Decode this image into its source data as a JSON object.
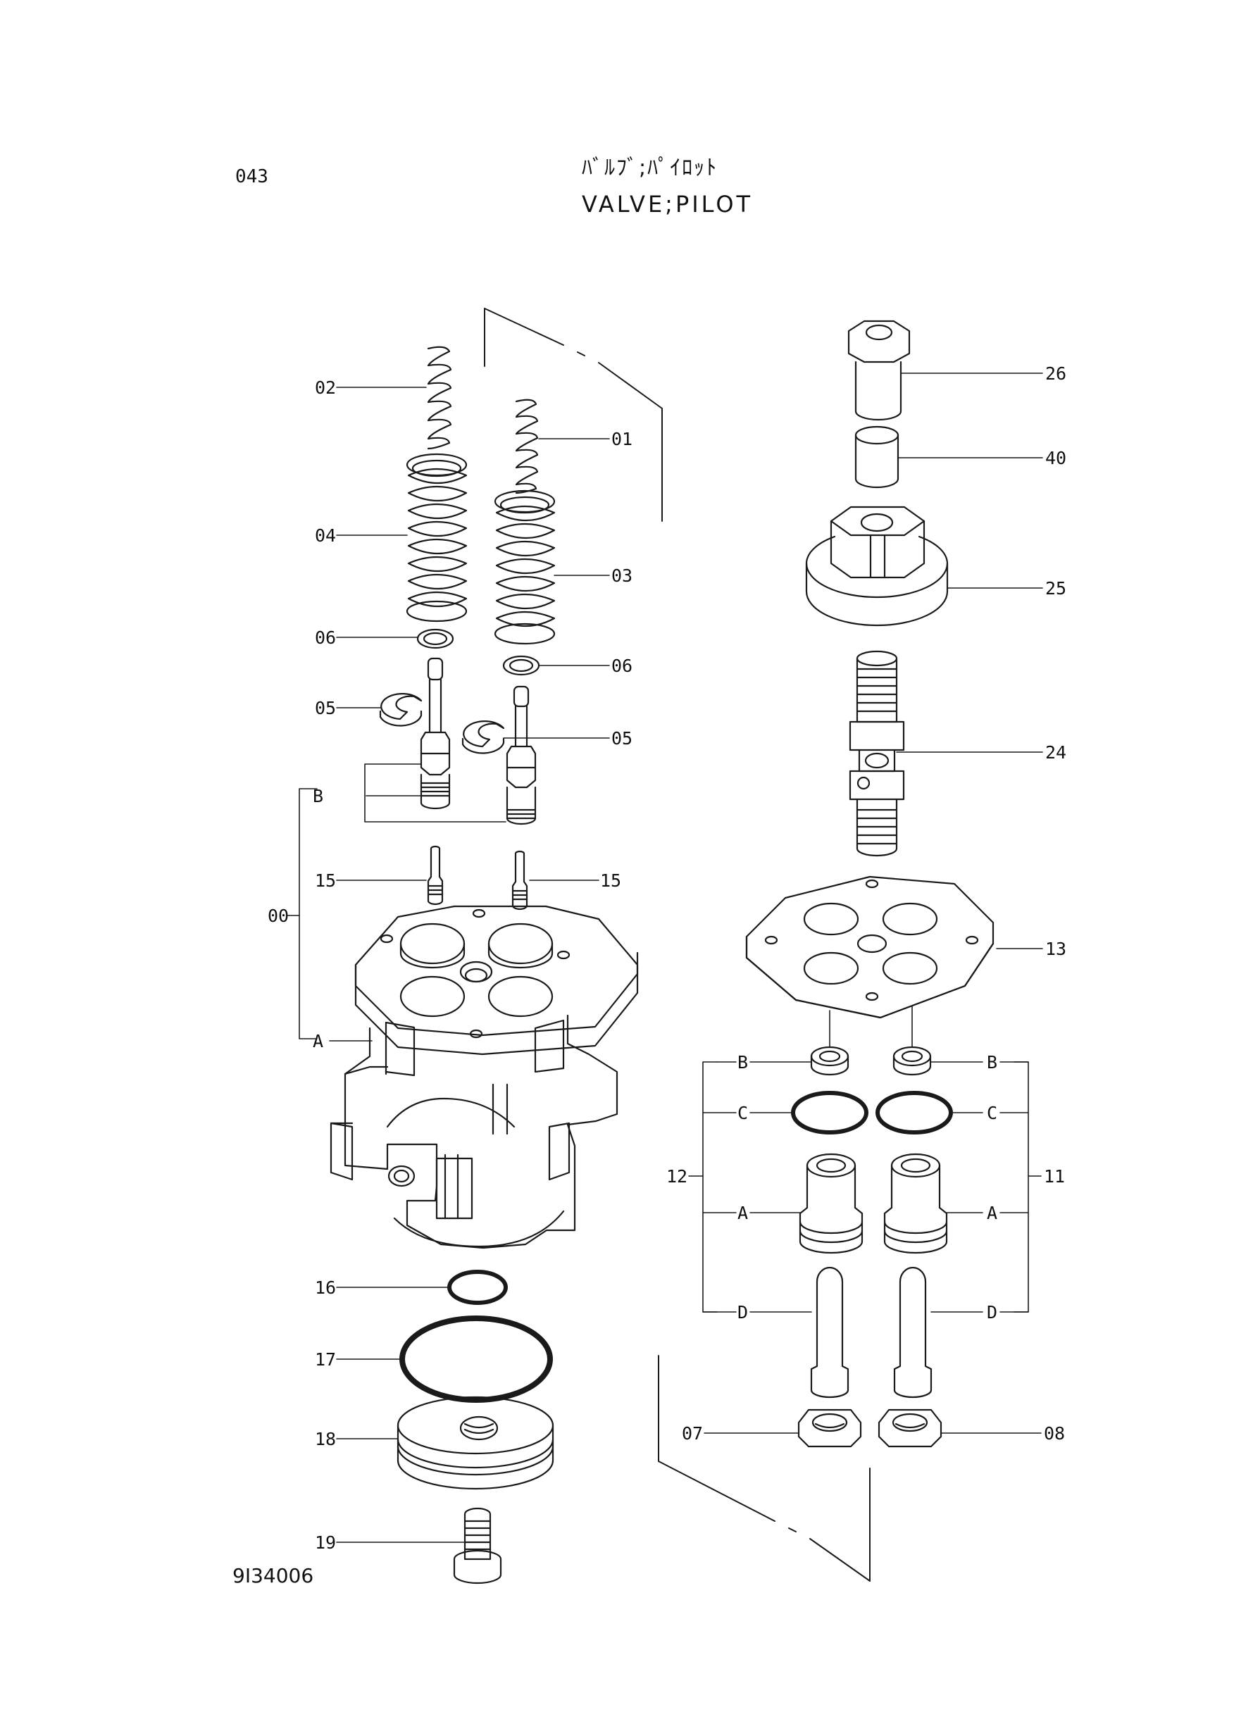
{
  "header": {
    "page_number": "043",
    "title_jp": "ﾊﾞﾙﾌﾞ;ﾊﾟｲﾛｯﾄ",
    "title_en": "VALVE;PILOT"
  },
  "footer": {
    "drawing_id": "9I34006"
  },
  "callouts": {
    "p01": "01",
    "p02": "02",
    "p03": "03",
    "p04": "04",
    "p05a": "05",
    "p05b": "05",
    "p06a": "06",
    "p06b": "06",
    "p00": "00",
    "pB": "B",
    "pA": "A",
    "p15a": "15",
    "p15b": "15",
    "p16": "16",
    "p17": "17",
    "p18": "18",
    "p19": "19",
    "p26": "26",
    "p40": "40",
    "p25": "25",
    "p24": "24",
    "p13": "13",
    "p12": "12",
    "p11": "11",
    "p12B": "B",
    "p12C": "C",
    "p12A": "A",
    "p12D": "D",
    "p11B": "B",
    "p11C": "C",
    "p11A": "A",
    "p11D": "D",
    "p07": "07",
    "p08": "08"
  }
}
